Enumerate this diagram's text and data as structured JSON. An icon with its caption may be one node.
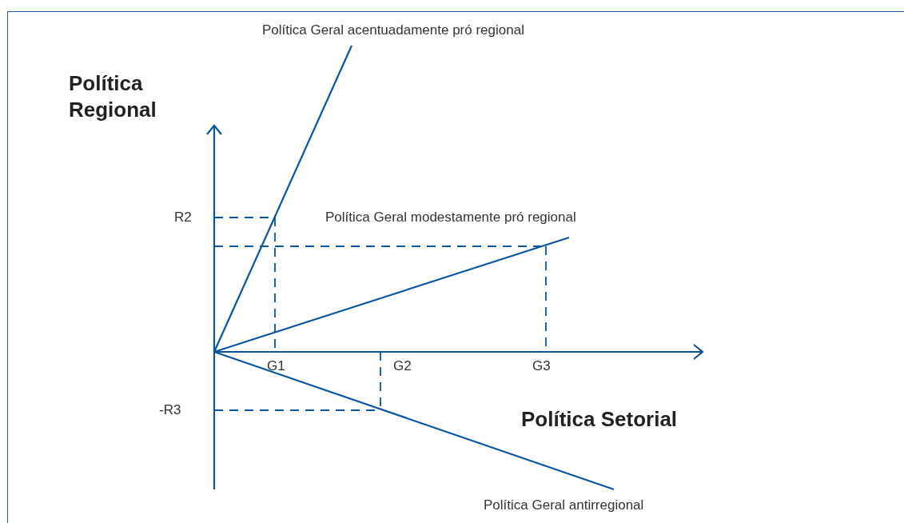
{
  "diagram": {
    "labels": [
      "Política Geral acentuadamente pró regional",
      "Política Regional",
      "R2",
      "Política Geral modestamente pró regional",
      "G1",
      "G2",
      "G3",
      "-R3",
      "Política Setorial",
      "Política Geral antirregional"
    ]
  }
}
